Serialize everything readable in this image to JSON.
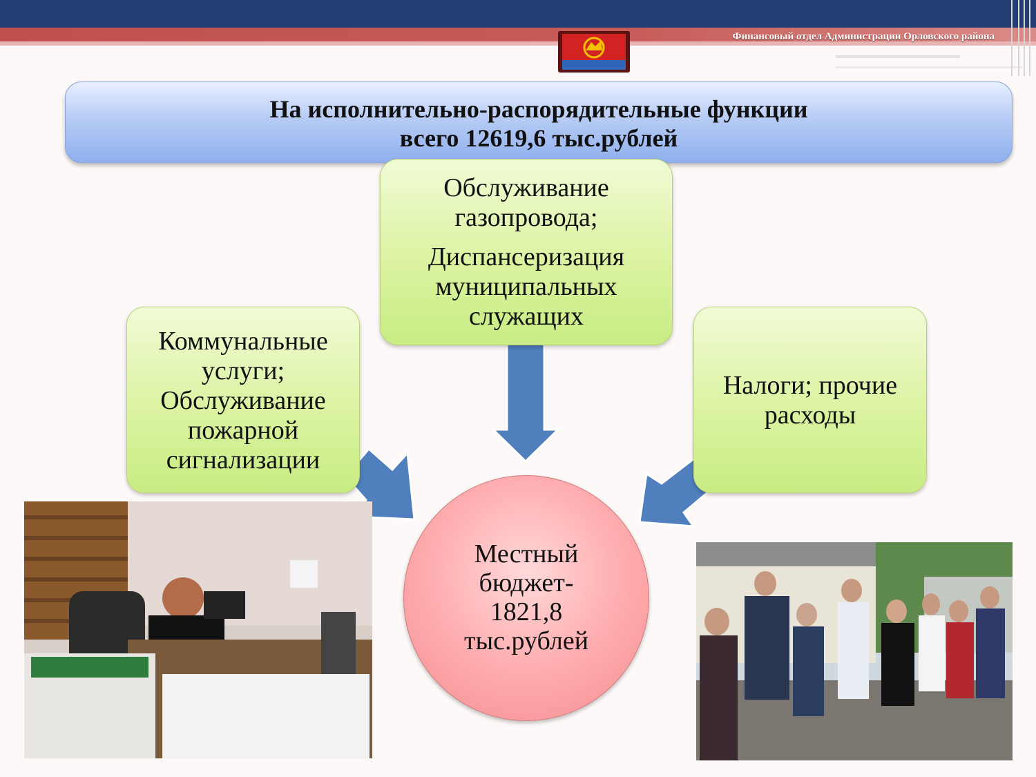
{
  "header": {
    "department": "Финансовый отдел Администрации Орловского района"
  },
  "title": {
    "line1": "На исполнительно-распорядительные функции",
    "line2": "всего 12619,6  тыс.рублей"
  },
  "boxes": {
    "center_top": {
      "p1_line1": "Обслуживание",
      "p1_line2": "газопровода;",
      "p2_line1": "Диспансеризация",
      "p2_line2": "муниципальных",
      "p2_line3": "служащих"
    },
    "left": {
      "line1": "Коммунальные",
      "line2": "услуги;",
      "line3": "Обслуживание",
      "line4": "пожарной",
      "line5": "сигнализации"
    },
    "right": {
      "line1": "Налоги; прочие",
      "line2": "расходы"
    }
  },
  "budget": {
    "line1": "Местный",
    "line2": "бюджет-",
    "line3": "1821,8",
    "line4": "тыс.рублей"
  },
  "colors": {
    "top_bar": "#213f73",
    "red_band": "#c0504d",
    "arrow": "#4f7fbd",
    "green_box": "#d4f08f",
    "circle": "#ffb1b3"
  }
}
